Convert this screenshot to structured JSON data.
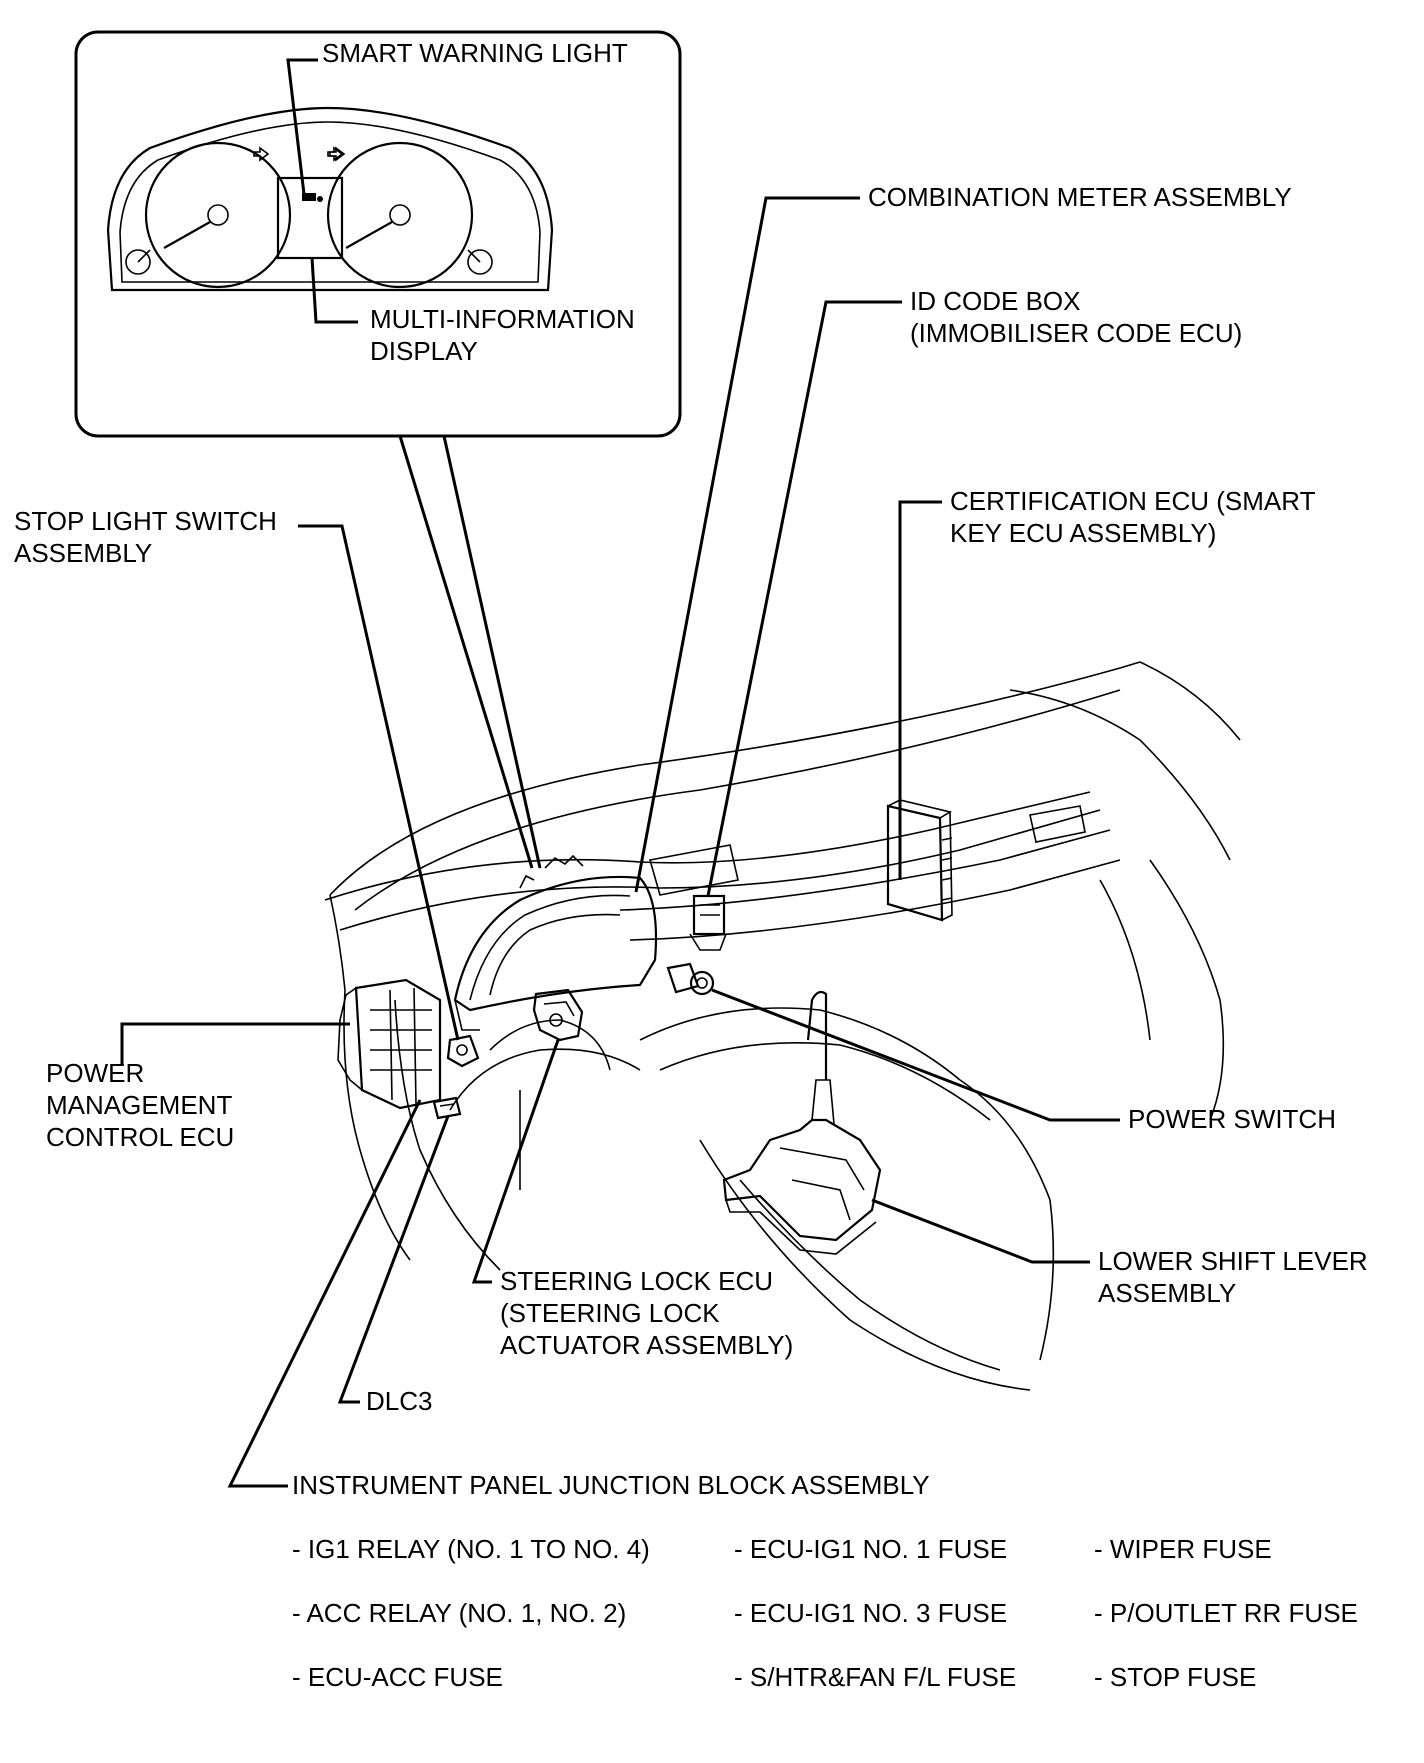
{
  "inset": {
    "smart_warning_light": "SMART WARNING LIGHT",
    "mid_line1": "MULTI-INFORMATION",
    "mid_line2": "DISPLAY"
  },
  "labels": {
    "combination_meter": "COMBINATION METER ASSEMBLY",
    "id_code_box_line1": "ID CODE BOX",
    "id_code_box_line2": "(IMMOBILISER CODE ECU)",
    "certification_line1": "CERTIFICATION ECU (SMART",
    "certification_line2": "KEY ECU ASSEMBLY)",
    "stop_light_line1": "STOP LIGHT SWITCH",
    "stop_light_line2": "ASSEMBLY",
    "power_mgmt_line1": "POWER",
    "power_mgmt_line2": "MANAGEMENT",
    "power_mgmt_line3": "CONTROL ECU",
    "power_switch": "POWER SWITCH",
    "lower_shift_line1": "LOWER SHIFT LEVER",
    "lower_shift_line2": "ASSEMBLY",
    "steering_lock_line1": "STEERING LOCK ECU",
    "steering_lock_line2": "(STEERING LOCK",
    "steering_lock_line3": "ACTUATOR ASSEMBLY)",
    "dlc3": "DLC3",
    "junction_block": "INSTRUMENT PANEL JUNCTION BLOCK ASSEMBLY"
  },
  "junction_items": {
    "col1": [
      "- IG1 RELAY (NO. 1 TO NO. 4)",
      "- ACC RELAY (NO. 1, NO. 2)",
      "- ECU-ACC FUSE"
    ],
    "col2": [
      "- ECU-IG1 NO. 1 FUSE",
      "- ECU-IG1 NO. 3 FUSE",
      "- S/HTR&FAN F/L FUSE"
    ],
    "col3": [
      "- WIPER FUSE",
      "- P/OUTLET RR FUSE",
      "- STOP FUSE"
    ]
  }
}
